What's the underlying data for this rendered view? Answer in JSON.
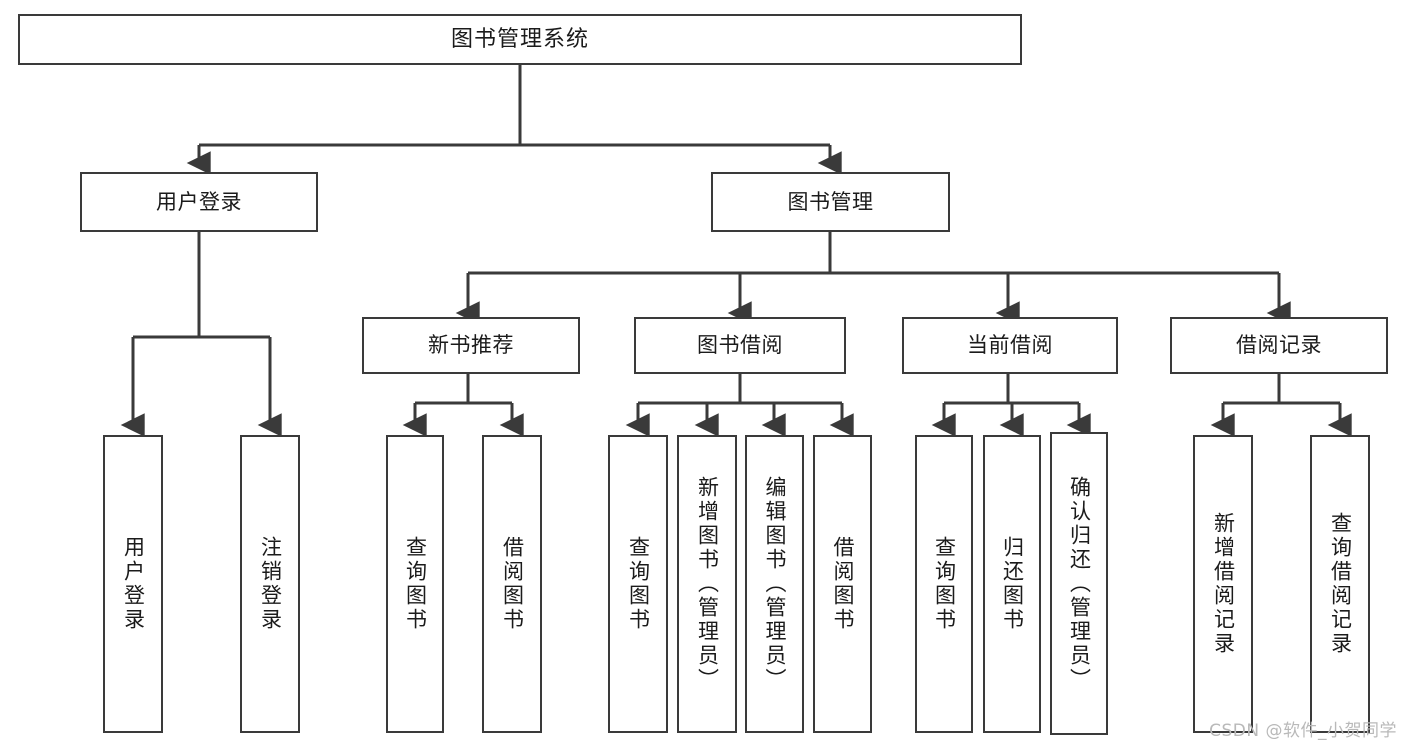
{
  "diagram": {
    "title": "图书管理系统",
    "type": "tree-hierarchy",
    "background_color": "#ffffff",
    "box_border_color": "#3a3a3a",
    "edge_color": "#3a3a3a",
    "text_color": "#1b1b1b"
  },
  "nodes": {
    "root": {
      "label": "图书管理系统",
      "level": 1
    },
    "level2": [
      {
        "id": "user-login",
        "label": "用户登录",
        "level": 2
      },
      {
        "id": "book-management",
        "label": "图书管理",
        "level": 2
      }
    ],
    "level3": [
      {
        "id": "new-book-recommend",
        "label": "新书推荐",
        "level": 3,
        "parent": "book-management"
      },
      {
        "id": "book-borrow",
        "label": "图书借阅",
        "level": 3,
        "parent": "book-management"
      },
      {
        "id": "current-borrow",
        "label": "当前借阅",
        "level": 3,
        "parent": "book-management"
      },
      {
        "id": "borrow-record",
        "label": "借阅记录",
        "level": 3,
        "parent": "book-management"
      }
    ],
    "leaves": [
      {
        "id": "leaf-user-login",
        "label": "用户登录",
        "parent": "user-login"
      },
      {
        "id": "leaf-logout-login",
        "label": "注销登录",
        "parent": "user-login"
      },
      {
        "id": "leaf-query-book-1",
        "label": "查询图书",
        "parent": "new-book-recommend"
      },
      {
        "id": "leaf-borrow-book-1",
        "label": "借阅图书",
        "parent": "new-book-recommend"
      },
      {
        "id": "leaf-query-book-2",
        "label": "查询图书",
        "parent": "book-borrow"
      },
      {
        "id": "leaf-add-book",
        "label": "新增图书（管理员）",
        "parent": "book-borrow"
      },
      {
        "id": "leaf-edit-book",
        "label": "编辑图书（管理员）",
        "parent": "book-borrow"
      },
      {
        "id": "leaf-borrow-book-2",
        "label": "借阅图书",
        "parent": "book-borrow"
      },
      {
        "id": "leaf-query-book-3",
        "label": "查询图书",
        "parent": "current-borrow"
      },
      {
        "id": "leaf-return-book",
        "label": "归还图书",
        "parent": "current-borrow"
      },
      {
        "id": "leaf-confirm-return",
        "label": "确认归还（管理员）",
        "parent": "current-borrow"
      },
      {
        "id": "leaf-add-record",
        "label": "新增借阅记录",
        "parent": "borrow-record"
      },
      {
        "id": "leaf-query-record",
        "label": "查询借阅记录",
        "parent": "borrow-record"
      }
    ]
  },
  "watermark": {
    "text": "CSDN @软件_小贺同学"
  }
}
